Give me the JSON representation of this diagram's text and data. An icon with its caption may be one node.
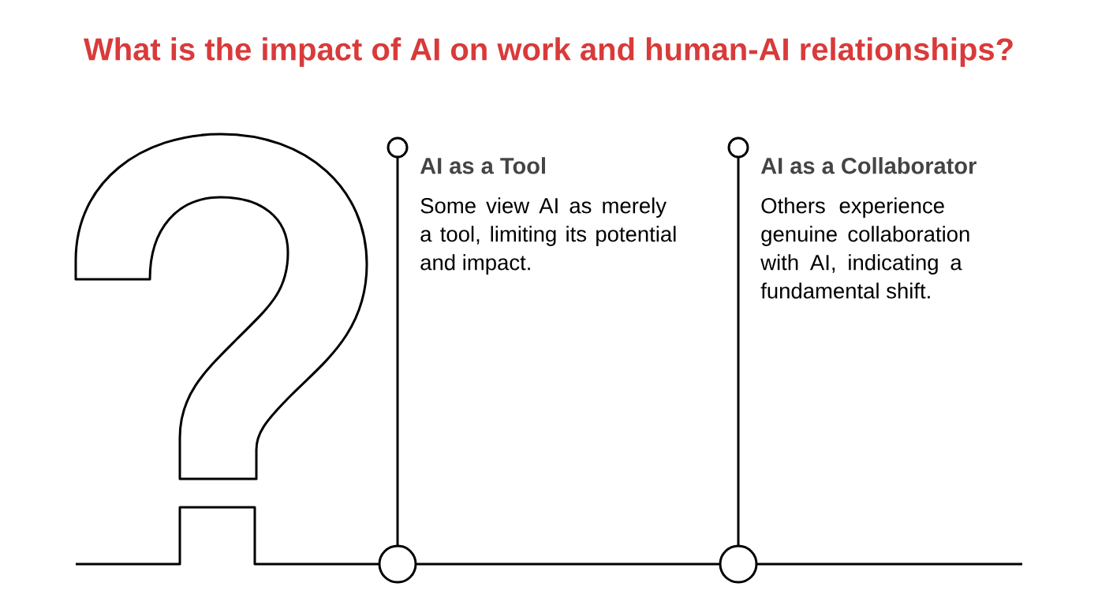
{
  "diagram": {
    "title": "What is the impact of AI on work and human-AI relationships?",
    "nodes": [
      {
        "text": [
          "AI as a Tool",
          "Some view AI as merely a tool, limiting its potential and impact."
        ]
      },
      {
        "text": [
          "AI as a Collaborator",
          "Others experience genuine collaboration with AI, indicating a fundamental shift."
        ]
      }
    ]
  }
}
